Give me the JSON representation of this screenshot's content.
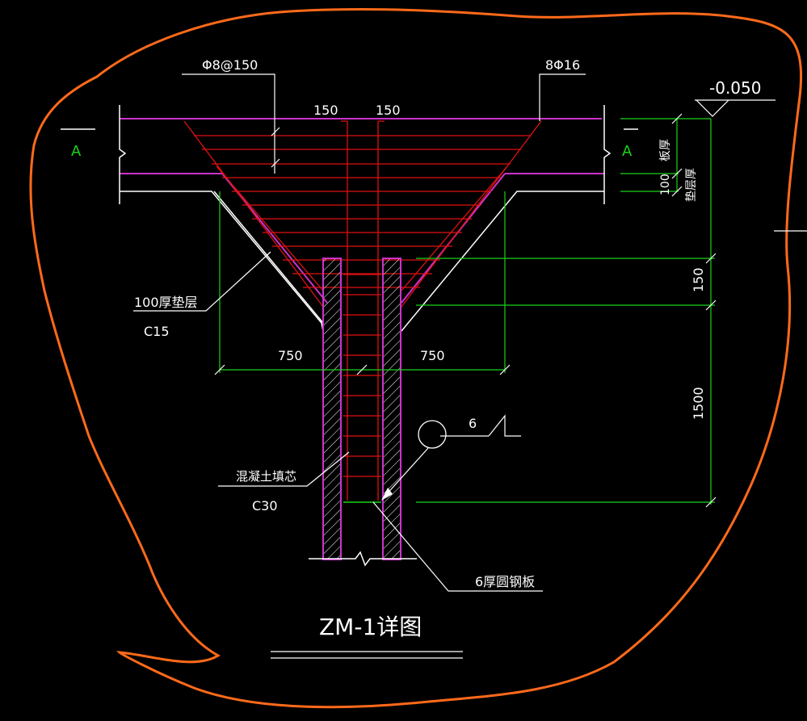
{
  "labels": {
    "rebar_stirrup": "Φ8@150",
    "rebar_main": "8Φ16",
    "elevation": "-0.050",
    "dim_150_left": "150",
    "dim_150_right": "150",
    "section_mark_left": "A",
    "section_mark_right": "A",
    "slab_thickness": "板厚",
    "dim_100": "100",
    "subgrade": "垫层厚",
    "dim_150_vert": "150",
    "dim_1500": "1500",
    "bedding": "100厚垫层",
    "bedding_grade": "C15",
    "dim_750_left": "750",
    "dim_750_right": "750",
    "weld_size": "6",
    "core_fill": "混凝土填芯",
    "core_grade": "C30",
    "steel_plate": "6厚圆钢板",
    "title": "ZM-1详图"
  },
  "colors": {
    "background": "#000000",
    "magenta": "#cc33cc",
    "red": "#e01010",
    "green": "#19d219",
    "white": "#ffffff",
    "orange_outline": "#ff6a1a"
  }
}
